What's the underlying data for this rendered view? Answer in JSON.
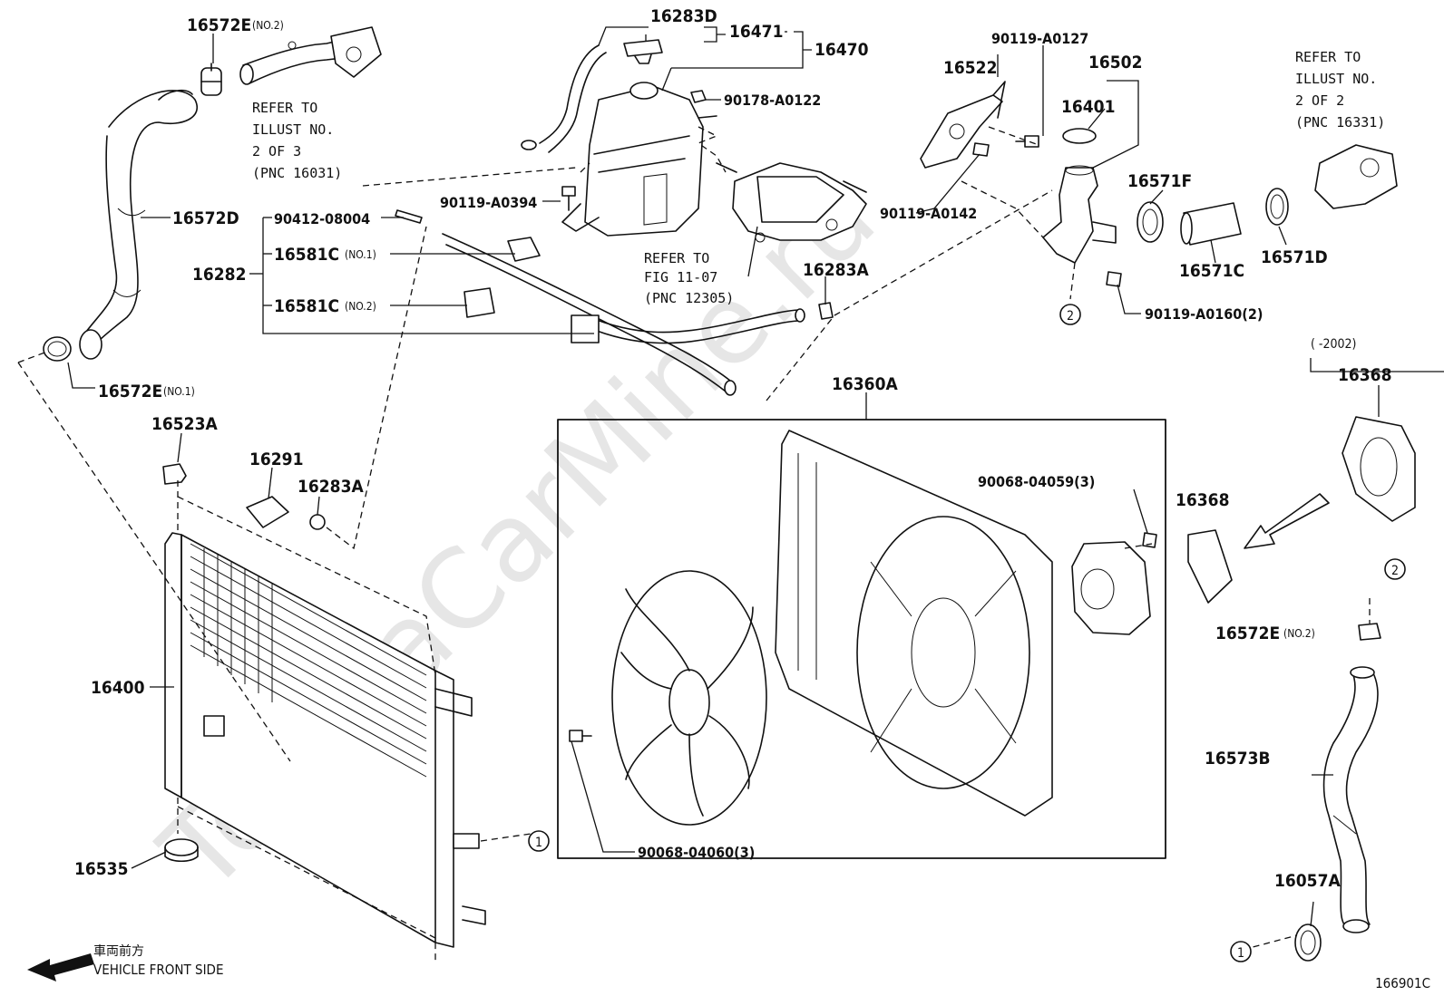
{
  "watermark": "ToyotaCarMine.ru",
  "figure_id": "166901C",
  "direction": {
    "jp": "車両前方",
    "en": "VEHICLE FRONT SIDE"
  },
  "notes": {
    "refer_16031": [
      "REFER TO",
      "ILLUST NO.",
      "2 OF 3",
      "(PNC 16031)"
    ],
    "refer_12305": [
      "REFER TO",
      "FIG 11-07",
      "(PNC 12305)"
    ],
    "refer_16331": [
      "REFER TO",
      "ILLUST NO.",
      "2 OF 2",
      "(PNC 16331)"
    ]
  },
  "year_range": "(      -2002)",
  "callouts": {
    "one": "1",
    "two": "2"
  },
  "parts": {
    "p16572E_no2_top": "16572E",
    "p16572E_no2_top_sfx": "(NO.2)",
    "p16283D": "16283D",
    "p16471": "16471",
    "p16470": "16470",
    "p90178": "90178-A0122",
    "p90119_A0394": "90119-A0394",
    "p90412": "90412-08004",
    "p16282": "16282",
    "p16581C_1": "16581C",
    "p16581C_1_sfx": "(NO.1)",
    "p16581C_2": "16581C",
    "p16581C_2_sfx": "(NO.2)",
    "p16572D": "16572D",
    "p16572E_no1": "16572E",
    "p16572E_no1_sfx": "(NO.1)",
    "p16523A": "16523A",
    "p16291": "16291",
    "p16283A_left": "16283A",
    "p16400": "16400",
    "p16535": "16535",
    "p16522": "16522",
    "p90119_A0127": "90119-A0127",
    "p16502": "16502",
    "p16401": "16401",
    "p90119_A0142": "90119-A0142",
    "p16283A_mid": "16283A",
    "p16571F": "16571F",
    "p16571C": "16571C",
    "p16571D": "16571D",
    "p90119_A0160": "90119-A0160(2)",
    "p16360A": "16360A",
    "p90068_04059": "90068-04059(3)",
    "p90068_04060": "90068-04060(3)",
    "p16368_top": "16368",
    "p16368_mid": "16368",
    "p16572E_no2_right": "16572E",
    "p16572E_no2_right_sfx": "(NO.2)",
    "p16573B": "16573B",
    "p16057A": "16057A"
  }
}
